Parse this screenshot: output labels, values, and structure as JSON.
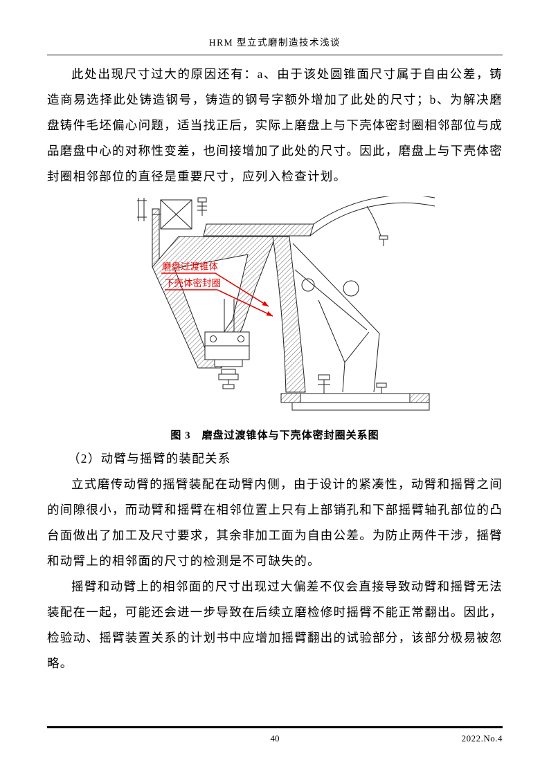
{
  "header": {
    "title": "HRM 型立式磨制造技术浅谈"
  },
  "body": {
    "paragraph1": "此处出现尺寸过大的原因还有：a、由于该处圆锥面尺寸属于自由公差，铸造商易选择此处铸造钢号，铸造的钢号字额外增加了此处的尺寸；b、为解决磨盘铸件毛坯偏心问题，适当找正后，实际上磨盘上与下壳体密封圈相邻部位与成品磨盘中心的对称性变差，也间接增加了此处的尺寸。因此，磨盘上与下壳体密封圈相邻部位的直径是重要尺寸，应列入检查计划。",
    "subheading": "（2）动臂与摇臂的装配关系",
    "paragraph2": "立式磨传动臂的摇臂装配在动臂内侧，由于设计的紧凑性，动臂和摇臂之间的间隙很小，而动臂和摇臂在相邻位置上只有上部销孔和下部摇臂轴孔部位的凸台面做出了加工及尺寸要求，其余非加工面为自由公差。为防止两件干涉，摇臂和动臂上的相邻面的尺寸的检测是不可缺失的。",
    "paragraph3": "摇臂和动臂上的相邻面的尺寸出现过大偏差不仅会直接导致动臂和摇臂无法装配在一起，可能还会进一步导致在后续立磨检修时摇臂不能正常翻出。因此，检验动、摇臂装置关系的计划书中应增加摇臂翻出的试验部分，该部分极易被忽略。"
  },
  "figure": {
    "label_cone": "磨盘过渡锥体",
    "label_seal": "下壳体密封圈",
    "caption": "图 3　磨盘过渡锥体与下壳体密封圈关系图",
    "accent_color": "#e60000"
  },
  "footer": {
    "page_number": "40",
    "issue": "2022.No.4"
  }
}
